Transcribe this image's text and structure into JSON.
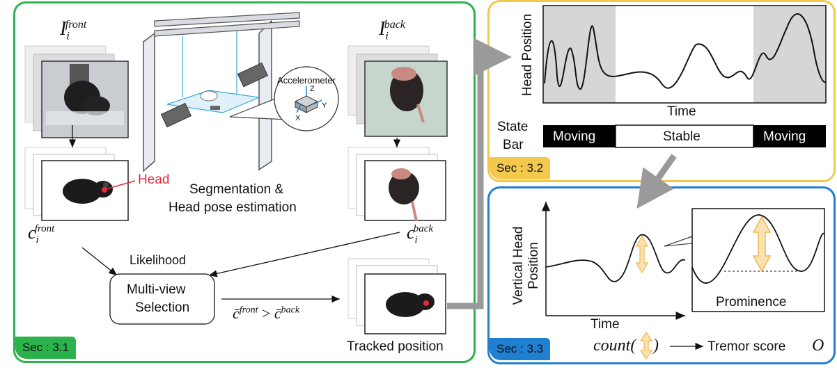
{
  "sec1": {
    "badge": "Sec : 3.1",
    "label_i_front": "I",
    "sub_i_front": "i",
    "sup_i_front": "front",
    "label_i_back": "I",
    "sub_i_back": "i",
    "sup_i_back": "back",
    "accelerometer": "Accelerometer",
    "axis_z": "Z",
    "axis_y": "Y",
    "axis_x": "X",
    "head_label": "Head",
    "seg_line1": "Segmentation &",
    "seg_line2": "Head pose estimation",
    "c_front": "c",
    "c_front_sub": "i",
    "c_front_sup": "front",
    "c_back": "c",
    "c_back_sub": "i",
    "c_back_sup": "back",
    "likelihood": "Likelihood",
    "box_line1": "Multi-view",
    "box_line2": "Selection",
    "compare_front": "c̄",
    "compare_front_sup": "front",
    "compare_op": ">",
    "compare_back": "c̄",
    "compare_back_sup": "back",
    "tracked": "Tracked position"
  },
  "sec2": {
    "badge": "Sec : 3.2",
    "ylabel": "Head Position",
    "xlabel": "Time",
    "state_label_1": "State",
    "state_label_2": "Bar",
    "states": [
      "Moving",
      "Stable",
      "Moving"
    ]
  },
  "sec3": {
    "badge": "Sec : 3.3",
    "ylabel_1": "Vertical Head",
    "ylabel_2": "Position",
    "xlabel": "Time",
    "prominence": "Prominence",
    "count": "count(",
    "count_close": ")",
    "tremor": "Tremor  score",
    "score_symbol": "O"
  },
  "colors": {
    "green": "#2bb24c",
    "yellow": "#f4c84c",
    "blue": "#1f7fd0",
    "red": "#e8283a",
    "grey_arrow": "#9a9a9a",
    "orange_arrow": "#f0b74a"
  }
}
